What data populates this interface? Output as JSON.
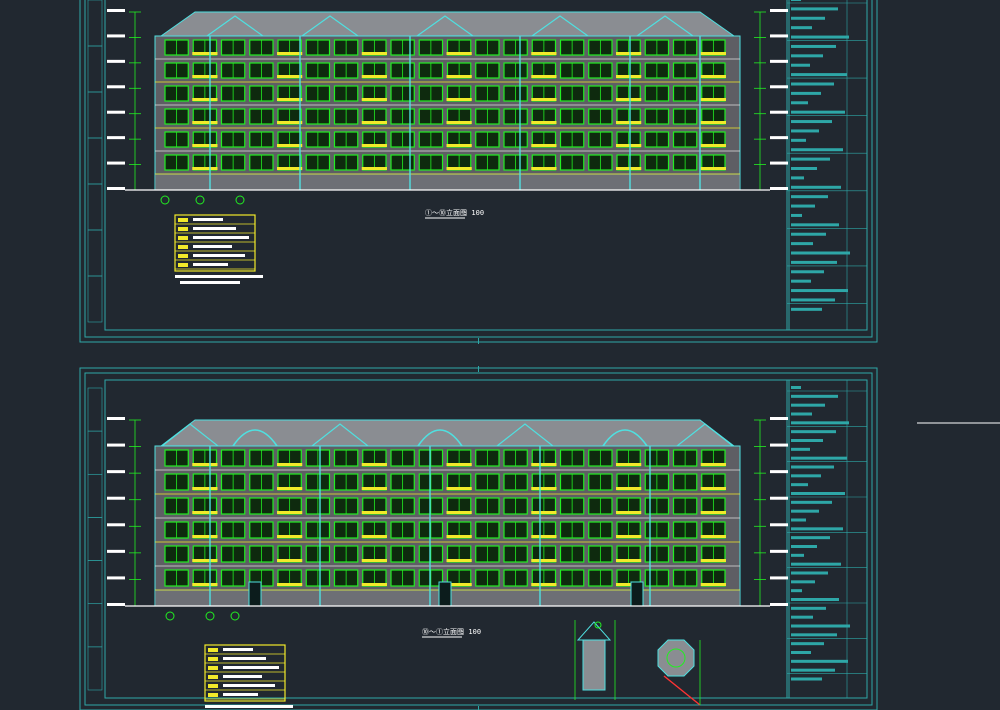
{
  "app": {
    "background": "#212830"
  },
  "colors": {
    "frame": "#2ea7a7",
    "outline": "#4fe0e0",
    "window": "#22ee22",
    "trim": "#f2ea2a",
    "wall": "#5e5e64",
    "roof": "#8a8d92",
    "text": "#ffffff",
    "accent": "#ff3333"
  },
  "sheets": [
    {
      "id": "sheet-1",
      "title_label": "①～⑩立面图",
      "scale_label": ": 100"
    },
    {
      "id": "sheet-2",
      "title_label": "⑩～①立面图",
      "scale_label": ": 100"
    }
  ]
}
